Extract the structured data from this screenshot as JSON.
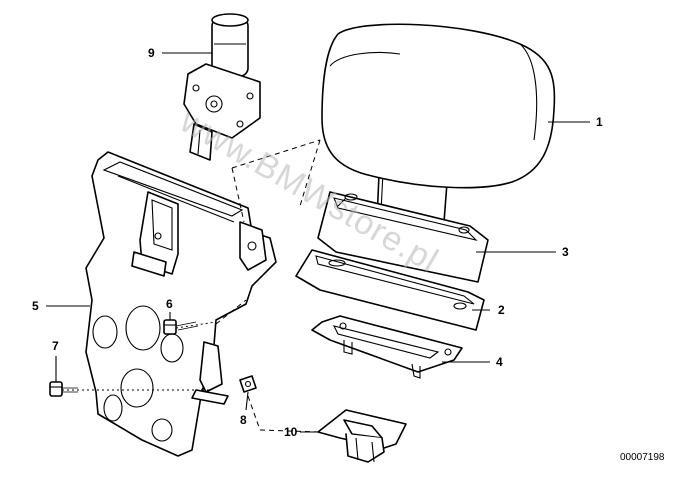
{
  "diagram": {
    "callouts": [
      {
        "id": "1",
        "label": "1"
      },
      {
        "id": "2",
        "label": "2"
      },
      {
        "id": "3",
        "label": "3"
      },
      {
        "id": "4",
        "label": "4"
      },
      {
        "id": "5",
        "label": "5"
      },
      {
        "id": "6",
        "label": "6"
      },
      {
        "id": "7",
        "label": "7"
      },
      {
        "id": "8",
        "label": "8"
      },
      {
        "id": "9",
        "label": "9"
      },
      {
        "id": "10",
        "label": "10"
      }
    ],
    "drawing_number": "00007198",
    "watermark": "www.BMWstore.pl"
  }
}
